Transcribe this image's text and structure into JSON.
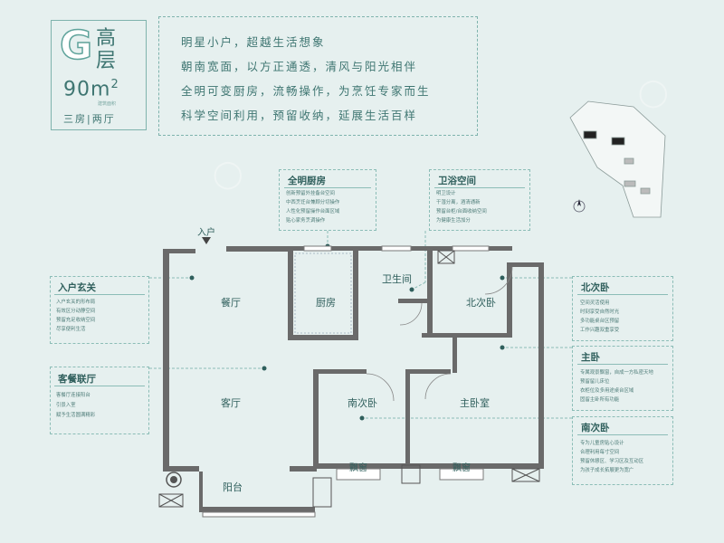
{
  "header": {
    "letter": "G",
    "type": "高层",
    "area": "90m",
    "area_sup": "2",
    "area_tag": "建筑面积",
    "rooms": "三房|两厅"
  },
  "slogans": [
    "明星小户，超越生活想象",
    "朝南宽面，以方正通透，清风与阳光相伴",
    "全明可变厨房，流畅操作，为烹饪专家而生",
    "科学空间利用，预留收纳，延展生活百样"
  ],
  "callouts": {
    "kitchen": {
      "title": "全明厨房",
      "items": [
        "创新预留外挂备台空间",
        "中西烹饪台兼顾分切操作",
        "人性化预留操作台面区域",
        "贴心家务烹调操作"
      ]
    },
    "bath": {
      "title": "卫浴空间",
      "items": [
        "明卫设计",
        "干湿分离，酒清通新",
        "预留台柜/台面收纳空间",
        "为健康生活加分"
      ]
    },
    "entrance": {
      "title": "入户玄关",
      "items": [
        "入户玄关的形布局",
        "有效区分动静空间",
        "预留充足收纳空间",
        "尽享便利生活"
      ]
    },
    "living": {
      "title": "客餐联厅",
      "items": [
        "客餐厅连接阳台",
        "引景入室",
        "赋予生活圆满精彩"
      ]
    },
    "north": {
      "title": "北次卧",
      "items": [
        "空间灵活使用",
        "时刻享受自然时光",
        "多功能桌台区预留",
        "工作兴趣双重享受"
      ]
    },
    "master": {
      "title": "主卧",
      "items": [
        "专属观景飘窗，自成一方私密天地",
        "预留留儿床位",
        "衣柜位及多用途桌台区域",
        "固留主卧所有功能"
      ]
    },
    "south": {
      "title": "南次卧",
      "items": [
        "专为儿童房贴心设计",
        "合理利用每寸空间",
        "预留休憩区、学习区及互动区",
        "为孩子成长拓展更为宽广"
      ]
    }
  },
  "rooms": {
    "entry": "入户",
    "dining": "餐厅",
    "kitchen": "厨房",
    "bathroom": "卫生间",
    "north_bedroom": "北次卧",
    "living": "客厅",
    "south_bedroom": "南次卧",
    "master_bedroom": "主卧室",
    "balcony": "阳台",
    "bay_window_1": "飘窗",
    "bay_window_2": "飘窗"
  },
  "colors": {
    "background": "#e6f0ef",
    "wall": "#606060",
    "accent": "#2f5f5c",
    "dashed": "#8cbdb7"
  }
}
